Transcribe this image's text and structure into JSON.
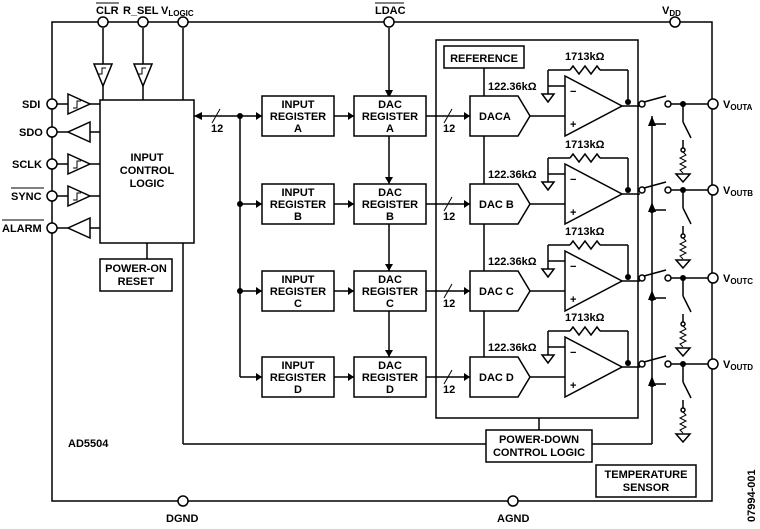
{
  "pins": {
    "clr": "CLR",
    "r_sel": "R_SEL",
    "v_logic": "V",
    "v_logic_sub": "LOGIC",
    "ldac": "LDAC",
    "vdd": "V",
    "vdd_sub": "DD",
    "sdi": "SDI",
    "sdo": "SDO",
    "sclk": "SCLK",
    "sync": "SYNC",
    "alarm": "ALARM",
    "dgnd": "DGND",
    "agnd": "AGND"
  },
  "blocks": {
    "icl": [
      "INPUT",
      "CONTROL",
      "LOGIC"
    ],
    "por": [
      "POWER-ON",
      "RESET"
    ],
    "reference": "REFERENCE",
    "pdcl": [
      "POWER-DOWN",
      "CONTROL LOGIC"
    ],
    "temp": [
      "TEMPERATURE",
      "SENSOR"
    ]
  },
  "bus_width": "12",
  "resistor_feedback": "1713kΩ",
  "resistor_input": "122.36kΩ",
  "channels": [
    {
      "input_reg": [
        "INPUT",
        "REGISTER",
        "A"
      ],
      "dac_reg": [
        "DAC",
        "REGISTER",
        "A"
      ],
      "dac": "DACA",
      "vout": "V",
      "vout_sub": "OUTA"
    },
    {
      "input_reg": [
        "INPUT",
        "REGISTER",
        "B"
      ],
      "dac_reg": [
        "DAC",
        "REGISTER",
        "B"
      ],
      "dac": "DAC B",
      "vout": "V",
      "vout_sub": "OUTB"
    },
    {
      "input_reg": [
        "INPUT",
        "REGISTER",
        "C"
      ],
      "dac_reg": [
        "DAC",
        "REGISTER",
        "C"
      ],
      "dac": "DAC C",
      "vout": "V",
      "vout_sub": "OUTC"
    },
    {
      "input_reg": [
        "INPUT",
        "REGISTER",
        "D"
      ],
      "dac_reg": [
        "DAC",
        "REGISTER",
        "D"
      ],
      "dac": "DAC D",
      "vout": "V",
      "vout_sub": "OUTD"
    }
  ],
  "part_name": "AD5504",
  "figure_id": "07994-001"
}
